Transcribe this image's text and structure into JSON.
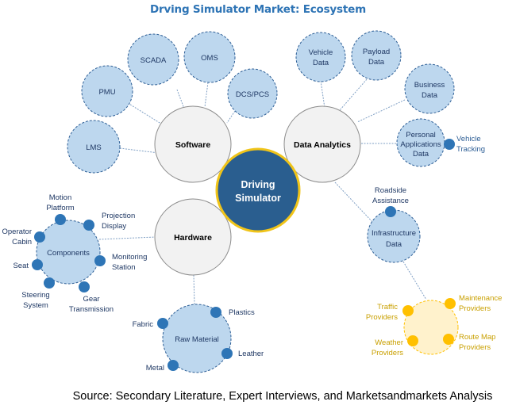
{
  "title": "Drving Simulator Market: Ecosystem",
  "source": "Source: Secondary Literature, Expert Interviews, and Marketsandmarkets Analysis",
  "colors": {
    "title": "#2e74b5",
    "center_fill": "#2a5e8f",
    "center_ring": "#f0c419",
    "sub_fill": "#bdd7ee",
    "dot": "#2e75b6",
    "yellow": "#ffc000",
    "yellow_text": "#c9a000"
  },
  "center": {
    "lines": [
      "Driving",
      "Simulator"
    ]
  },
  "hubs": {
    "software": {
      "label": "Software",
      "children": [
        "LMS",
        "PMU",
        "SCADA",
        "OMS",
        "DCS/PCS"
      ]
    },
    "data_analytics": {
      "label": "Data Analytics",
      "children": [
        {
          "lines": [
            "Vehicle",
            "Data"
          ]
        },
        {
          "lines": [
            "Payload",
            "Data"
          ]
        },
        {
          "lines": [
            "Business",
            "Data"
          ]
        },
        {
          "lines": [
            "Personal",
            "Applications",
            "Data"
          ],
          "satellite": [
            "Vehicle",
            "Tracking"
          ]
        }
      ],
      "infrastructure": {
        "lines": [
          "Infrastructure",
          "Data"
        ],
        "satellite": [
          "Roadside",
          "Assistance"
        ],
        "providers": [
          {
            "lines": [
              "Traffic",
              "Providers"
            ]
          },
          {
            "lines": [
              "Maintenance",
              "Providers"
            ]
          },
          {
            "lines": [
              "Weather",
              "Providers"
            ]
          },
          {
            "lines": [
              "Route Map",
              "Providers"
            ]
          }
        ]
      }
    },
    "hardware": {
      "label": "Hardware",
      "components": {
        "label": "Components",
        "items": [
          {
            "lines": [
              "Motion",
              "Platform"
            ]
          },
          {
            "lines": [
              "Projection",
              "Display"
            ]
          },
          {
            "lines": [
              "Operator",
              "Cabin"
            ]
          },
          {
            "lines": [
              "Monitoring",
              "Station"
            ]
          },
          {
            "lines": [
              "Seat"
            ]
          },
          {
            "lines": [
              "Steering",
              "System"
            ]
          },
          {
            "lines": [
              "Gear",
              "Transmission"
            ]
          }
        ]
      },
      "raw_material": {
        "label": "Raw Material",
        "items": [
          "Fabric",
          "Plastics",
          "Leather",
          "Metal"
        ]
      }
    }
  }
}
